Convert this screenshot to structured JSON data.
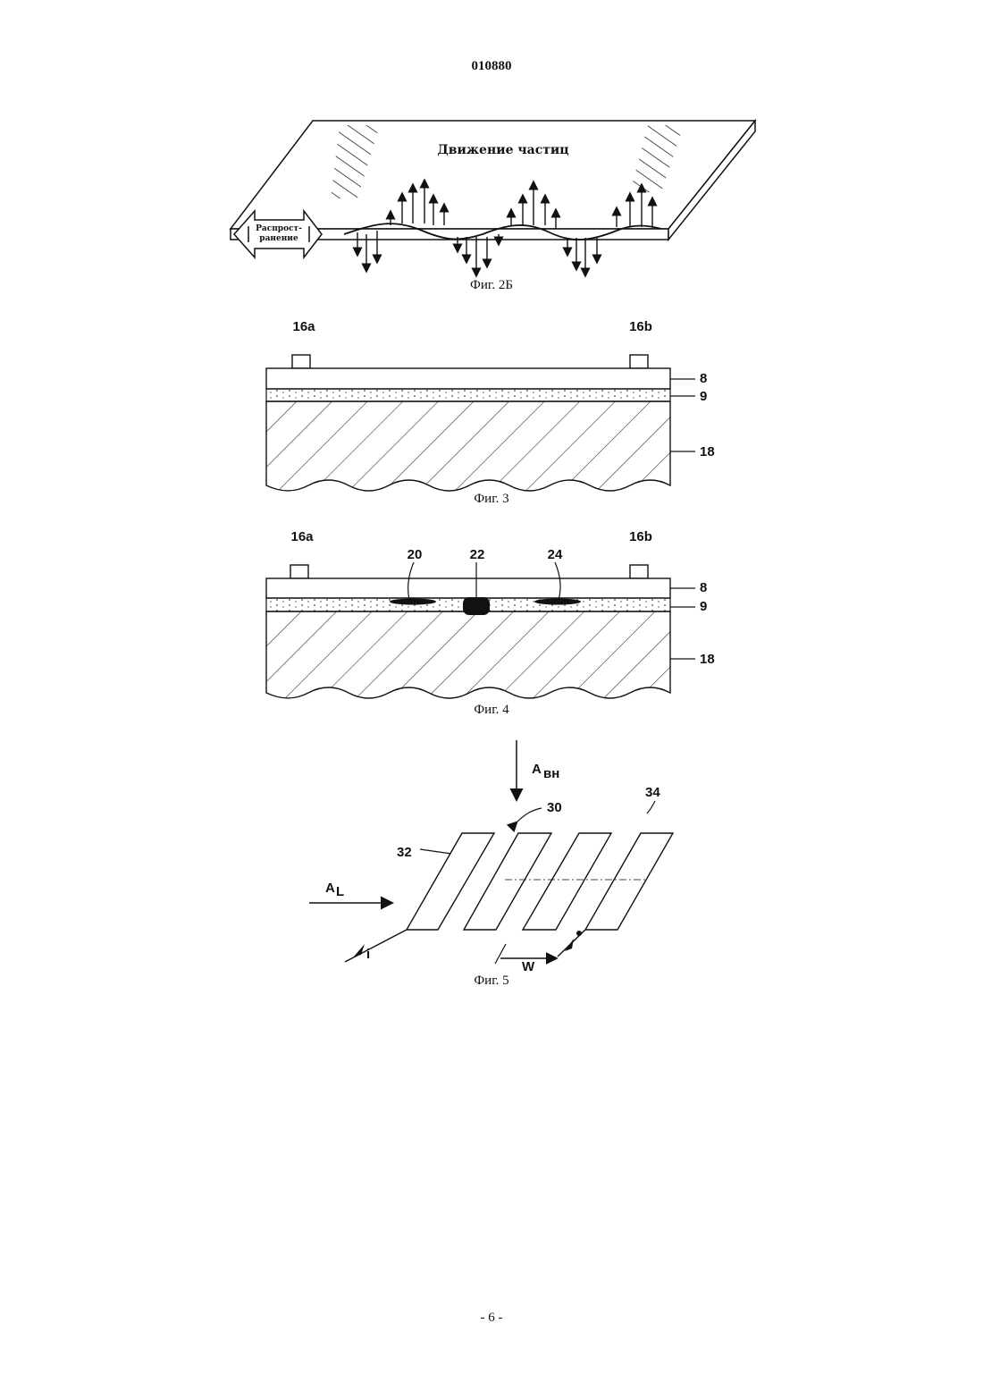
{
  "header": {
    "doc_number": "010880"
  },
  "fig2b": {
    "caption": "Фиг. 2Б",
    "particle_motion_label": "Движение частиц",
    "propagation_label_line1": "Распрост-",
    "propagation_label_line2": "ранение"
  },
  "fig3": {
    "caption": "Фиг. 3",
    "labels": {
      "electrode_a": "16a",
      "electrode_b": "16b",
      "layer_top": "8",
      "layer_mid": "9",
      "substrate": "18"
    }
  },
  "fig4": {
    "caption": "Фиг. 4",
    "labels": {
      "electrode_a": "16a",
      "electrode_b": "16b",
      "inclusion_1": "20",
      "inclusion_2": "22",
      "inclusion_3": "24",
      "layer_top": "8",
      "layer_mid": "9",
      "substrate": "18"
    }
  },
  "fig5": {
    "caption": "Фиг. 5",
    "labels": {
      "a_vn": "A",
      "a_vn_sub": "вн",
      "a_l": "A",
      "a_l_sub": "L",
      "grating": "30",
      "strip_left": "32",
      "strip_right": "34",
      "current": "i",
      "width": "W"
    }
  },
  "footer": {
    "page_number": "- 6 -"
  }
}
